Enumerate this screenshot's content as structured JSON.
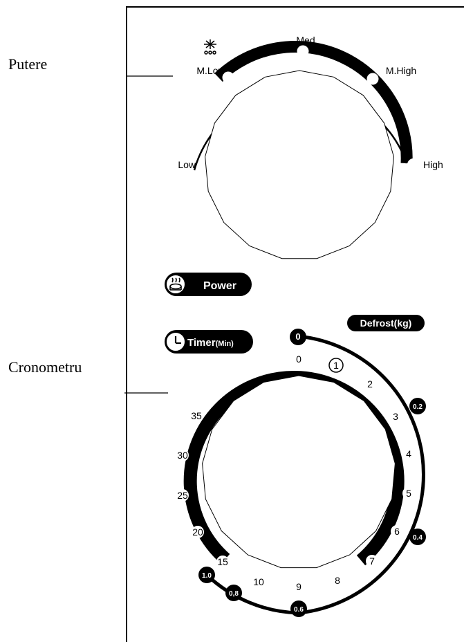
{
  "annotations": {
    "power_label": "Putere",
    "timer_label": "Cronometru"
  },
  "power_knob": {
    "levels": [
      "Low",
      "M.Low",
      "Med",
      "M.High",
      "High"
    ],
    "defrost_icon": "snowflake-defrost-icon"
  },
  "buttons": {
    "power": "Power",
    "timer_main": "Timer",
    "timer_unit": "(Min)",
    "defrost": "Defrost(kg)"
  },
  "timer_knob": {
    "minute_ticks": [
      "0",
      "1",
      "2",
      "3",
      "4",
      "5",
      "6",
      "7",
      "8",
      "9",
      "10",
      "15",
      "20",
      "25",
      "30",
      "35"
    ],
    "defrost_ticks": [
      "0",
      "0.2",
      "0.4",
      "0.6",
      "0,8",
      "1.0"
    ]
  },
  "colors": {
    "ink": "#000000",
    "paper": "#ffffff"
  }
}
